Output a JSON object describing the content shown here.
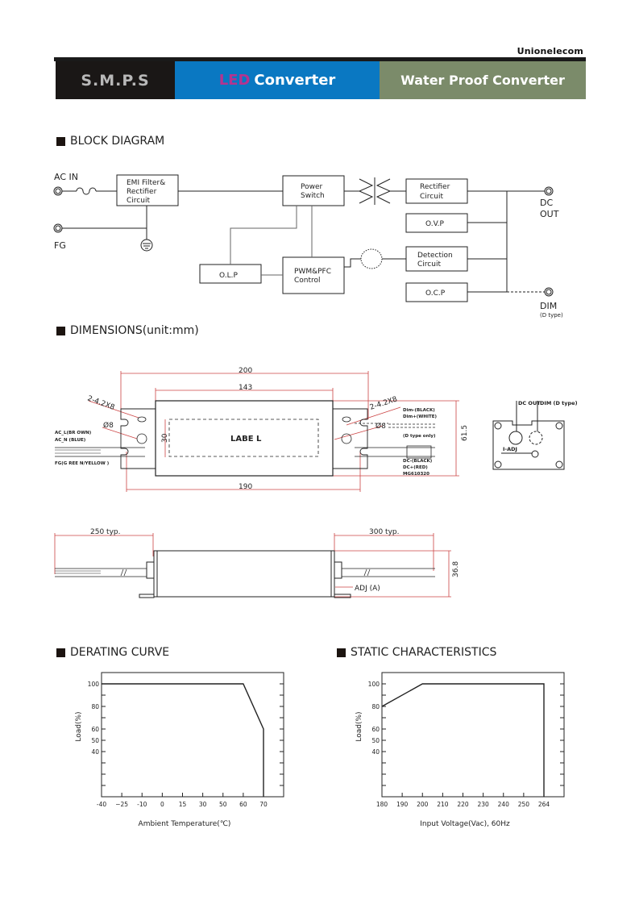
{
  "header": {
    "brand": "Unionelecom",
    "tabs": [
      {
        "label": "S.M.P.S"
      },
      {
        "label_prefix": "LED",
        "label": "Converter"
      },
      {
        "label": "Water Proof Converter"
      }
    ],
    "colors": {
      "smps_bg": "#1a1716",
      "led_bg": "#0a78c2",
      "led_prefix": "#b5338f",
      "waterproof_bg": "#7b8b6a"
    }
  },
  "sections": {
    "block_diagram": "BLOCK DIAGRAM",
    "dimensions": "DIMENSIONS(unit:mm)",
    "derating": "DERATING CURVE",
    "static": "STATIC CHARACTERISTICS"
  },
  "block_diagram": {
    "ac_in": "AC IN",
    "fg": "FG",
    "dc": "DC",
    "out": "OUT",
    "dim": "DIM",
    "dim_type": "(D type)",
    "blocks": {
      "emi": [
        "EMI Filter&",
        "Rectifier",
        "Circuit"
      ],
      "power_switch": [
        "Power",
        "Switch"
      ],
      "rectifier": [
        "Rectifier",
        "Circuit"
      ],
      "ovp": "O.V.P",
      "detection": [
        "Detection",
        "Circuit"
      ],
      "ocp": "O.C.P",
      "olp": "O.L.P",
      "pwm": [
        "PWM&PFC",
        "Control"
      ]
    }
  },
  "dimensions": {
    "d200": "200",
    "d143": "143",
    "d190": "190",
    "d30": "30",
    "d61_5": "61.5",
    "hole_left": "2-4.2X8",
    "hole_right": "2-4.2X8",
    "phi_left": "Ø8",
    "phi_right": "Ø8",
    "label": "LABE L",
    "ac_l": "AC_L(BR OWN)",
    "ac_n": "AC_N (BLUE)",
    "fg_wire": "FG(G REE N/YELLOW )",
    "dim_minus": "Dim-(BLACK)",
    "dim_plus": "Dim+(WHITE)",
    "d_type_only": "(D type only)",
    "dc_minus": "DC-(BLACK)",
    "dc_plus": "DC+(RED)",
    "connector": "MG610320",
    "end_dc_out": "DC OUT",
    "end_dim": "DIM (D type)",
    "end_iadj": "I-ADJ",
    "d250": "250 typ.",
    "d300": "300 typ.",
    "d36_8": "36.8",
    "adj": "ADJ (A)"
  },
  "chart_data": [
    {
      "type": "line",
      "title": "DERATING CURVE",
      "xlabel": "Ambient Temperature(℃)",
      "ylabel": "Load(%)",
      "x_ticks": [
        "-40",
        "−25",
        "-10",
        "0",
        "15",
        "30",
        "50",
        "60",
        "70"
      ],
      "y_ticks": [
        "100",
        "80",
        "60",
        "50",
        "40"
      ],
      "series": [
        {
          "name": "Load",
          "points": [
            [
              "-40",
              100
            ],
            [
              "60",
              100
            ],
            [
              "70",
              60
            ],
            [
              "70",
              0
            ]
          ]
        }
      ],
      "ylim": [
        0,
        110
      ],
      "grid": false
    },
    {
      "type": "line",
      "title": "STATIC CHARACTERISTICS",
      "xlabel": "Input Voltage(Vac), 60Hz",
      "ylabel": "Load(%)",
      "x_ticks": [
        "180",
        "190",
        "200",
        "210",
        "220",
        "230",
        "240",
        "250",
        "264"
      ],
      "y_ticks": [
        "100",
        "80",
        "60",
        "50",
        "40"
      ],
      "series": [
        {
          "name": "Load",
          "points": [
            [
              "180",
              80
            ],
            [
              "200",
              100
            ],
            [
              "264",
              100
            ],
            [
              "264",
              0
            ]
          ]
        }
      ],
      "ylim": [
        0,
        110
      ],
      "grid": false
    }
  ]
}
